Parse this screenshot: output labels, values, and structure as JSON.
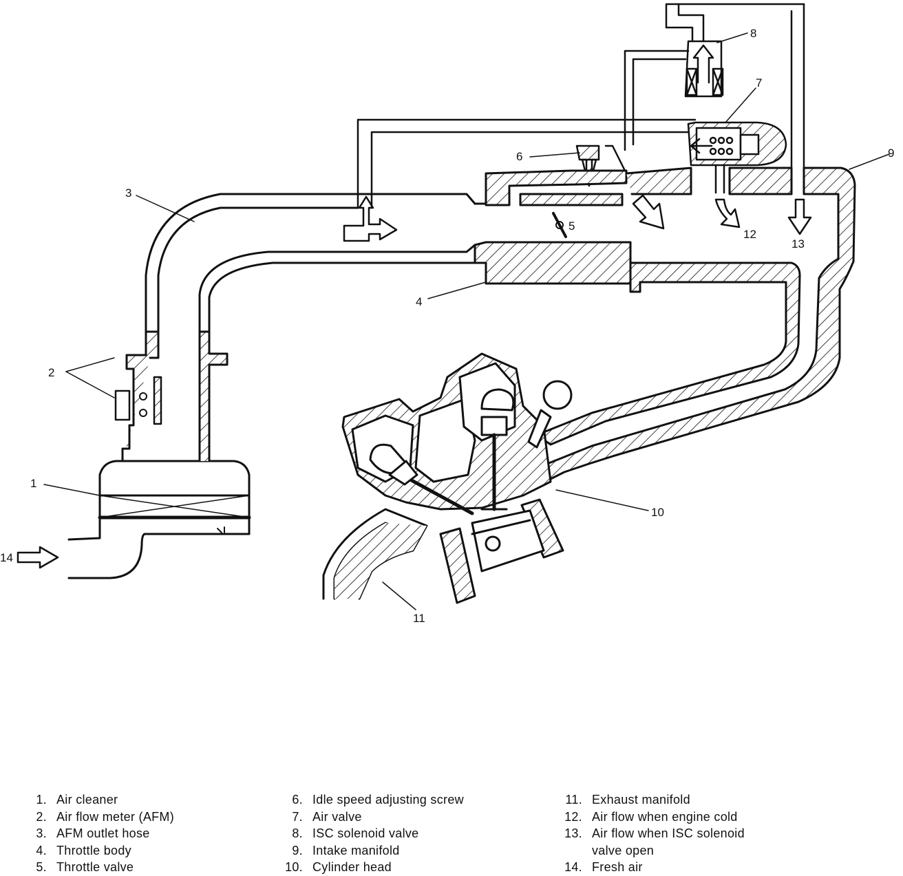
{
  "diagram": {
    "callouts": [
      {
        "id": "1",
        "text": "1"
      },
      {
        "id": "2",
        "text": "2"
      },
      {
        "id": "3",
        "text": "3"
      },
      {
        "id": "4",
        "text": "4"
      },
      {
        "id": "5",
        "text": "5"
      },
      {
        "id": "6",
        "text": "6"
      },
      {
        "id": "7",
        "text": "7"
      },
      {
        "id": "8",
        "text": "8"
      },
      {
        "id": "9",
        "text": "9"
      },
      {
        "id": "10",
        "text": "10"
      },
      {
        "id": "11",
        "text": "11"
      },
      {
        "id": "12",
        "text": "12"
      },
      {
        "id": "13",
        "text": "13"
      },
      {
        "id": "14",
        "text": "14"
      }
    ]
  },
  "legend": {
    "columns": [
      [
        {
          "num": "1.",
          "text": "Air cleaner"
        },
        {
          "num": "2.",
          "text": "Air flow meter (AFM)"
        },
        {
          "num": "3.",
          "text": "AFM outlet hose"
        },
        {
          "num": "4.",
          "text": "Throttle body"
        },
        {
          "num": "5.",
          "text": "Throttle valve"
        }
      ],
      [
        {
          "num": "6.",
          "text": "Idle speed adjusting screw"
        },
        {
          "num": "7.",
          "text": "Air valve"
        },
        {
          "num": "8.",
          "text": "ISC solenoid valve"
        },
        {
          "num": "9.",
          "text": "Intake manifold"
        },
        {
          "num": "10.",
          "text": "Cylinder head"
        }
      ],
      [
        {
          "num": "11.",
          "text": "Exhaust manifold"
        },
        {
          "num": "12.",
          "text": "Air flow when engine cold"
        },
        {
          "num": "13.",
          "text": "Air flow when ISC solenoid\nvalve open"
        },
        {
          "num": "14.",
          "text": "Fresh air"
        }
      ]
    ]
  }
}
